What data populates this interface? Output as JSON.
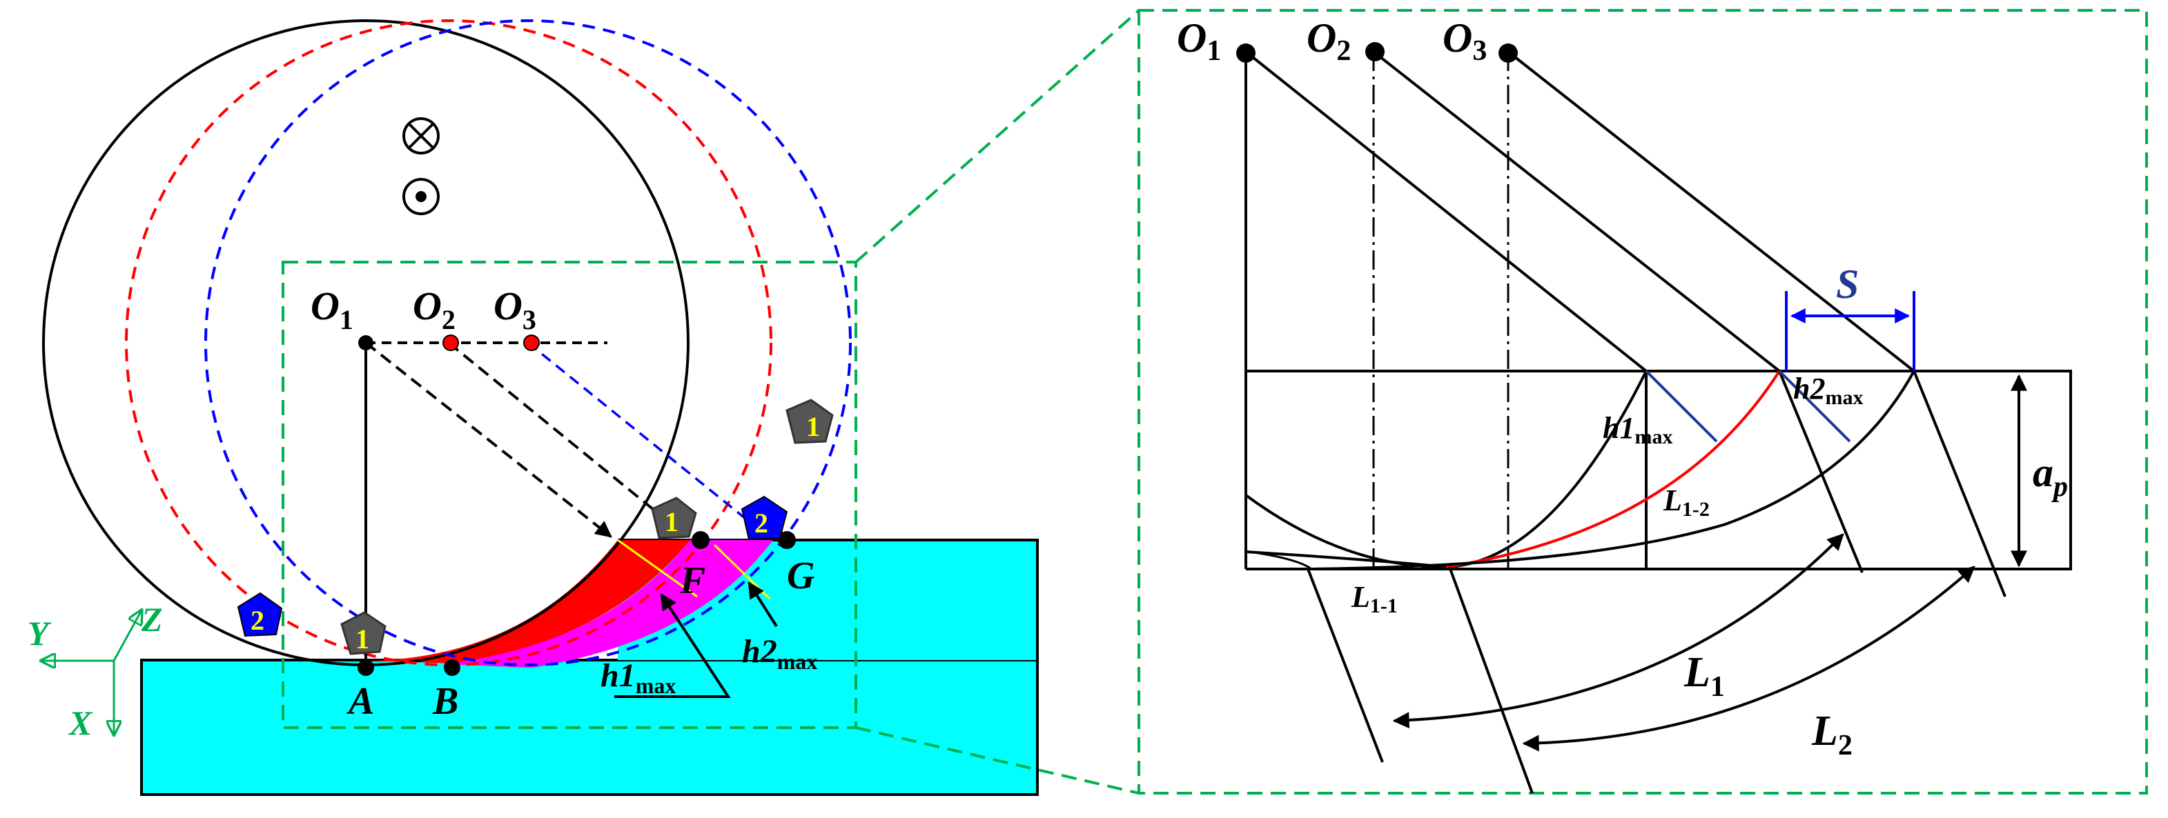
{
  "colors": {
    "workpiece": "#00ffff",
    "wheel_outline": "#000000",
    "red_path": "#ff0000",
    "blue_path": "#0000ff",
    "chip_red": "#ff0000",
    "chip_magenta": "#ff00ff",
    "yellow": "#ffff00",
    "green_dash": "#00b050",
    "axis_green": "#00b050",
    "grain_gray": "#555555",
    "grain_blue": "#0000ff",
    "navy": "#1f3a93"
  },
  "left": {
    "centers": [
      {
        "main": "O",
        "sub": "1"
      },
      {
        "main": "O",
        "sub": "2"
      },
      {
        "main": "O",
        "sub": "3"
      }
    ],
    "points": {
      "A": "A",
      "B": "B",
      "F": "F",
      "G": "G"
    },
    "h1max": {
      "main": "h1",
      "sub": "max"
    },
    "h2max": {
      "main": "h2",
      "sub": "max"
    },
    "grains": {
      "one": "1",
      "two": "2"
    },
    "axes": {
      "x": "X",
      "y": "Y",
      "z": "Z"
    },
    "symbols": {
      "into_page": "circle-cross-icon",
      "out_of_page": "circle-dot-icon"
    }
  },
  "right": {
    "centers": [
      {
        "main": "O",
        "sub": "1"
      },
      {
        "main": "O",
        "sub": "2"
      },
      {
        "main": "O",
        "sub": "3"
      }
    ],
    "S": "S",
    "ap": {
      "main": "a",
      "sub": "p"
    },
    "h1max": {
      "main": "h1",
      "sub": "max"
    },
    "h2max": {
      "main": "h2",
      "sub": "max"
    },
    "L1": {
      "main": "L",
      "sub": "1"
    },
    "L2": {
      "main": "L",
      "sub": "2"
    },
    "L11": {
      "main": "L",
      "sub": "1-1"
    },
    "L12": {
      "main": "L",
      "sub": "1-2"
    }
  }
}
